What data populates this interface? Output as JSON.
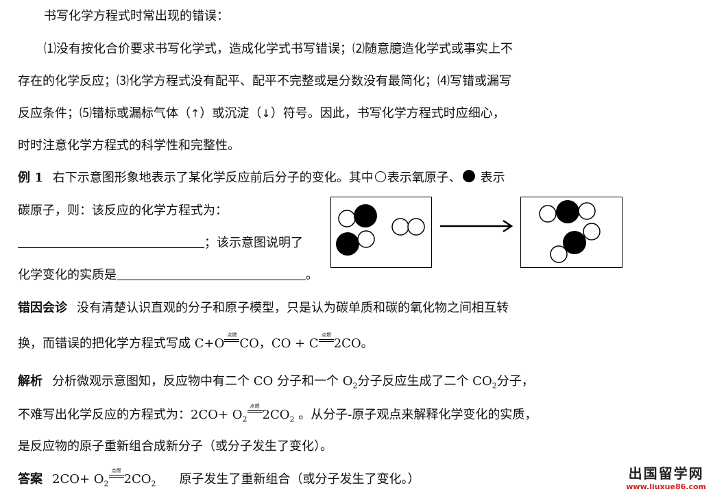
{
  "heading": "书写化学方程式时常出现的错误：",
  "errors": {
    "line1": "⑴没有按化合价要求书写化学式，造成化学式书写错误；⑵随意臆造化学式或事实上不",
    "line2": "存在的化学反应；⑶化学方程式没有配平、配平不完整或是分数没有最简化；⑷写错或漏写",
    "line3a": "反应条件；⑸错标或漏标气体（",
    "up_arrow": "↑",
    "line3b": "）或沉淀（",
    "down_arrow": "↓",
    "line3c": "）符号。因此，书写化学方程式时应细心，",
    "line4": "时时注意化学方程式的科学性和完整性。"
  },
  "example": {
    "label": "例 1",
    "text1": "右下示意图形象地表示了某化学反应前后分子的变化。其中",
    "text2": "表示氧原子、",
    "text3": "表示",
    "text4": "碳原子，则：该反应的化学方程式为：",
    "text5": "；该示意图说明了",
    "text6a": "化学变化的实质是",
    "text6b": "。"
  },
  "mistake": {
    "label": "错因会诊",
    "line1": "没有清楚认识直观的分子和原子模型，只是认为碳单质和碳的氧化物之间相互转",
    "line2a": "换，而错误的把化学方程式写成 C+O",
    "line2b": "CO，CO  + C",
    "line2c": "2CO。"
  },
  "analysis": {
    "label": "解析",
    "line1a": "分析微观示意图知，反应物中有二个 CO 分子和一个 O",
    "sub2": "2",
    "line1b": "分子反应生成了二个 CO",
    "line1c": "分子，",
    "line2a": "不难写出化学反应的方程式为：2CO+ O",
    "line2b": "2CO",
    "line2c": " 。从分子-原子观点来解释化学变化的实质，",
    "line3": "是反应物的原子重新组合成新分子（或分子发生了变化）。"
  },
  "answer": {
    "label": "答案",
    "eq_a": "2CO+  O",
    "eq_b": "2CO",
    "text": "原子发生了重新组合（或分子发生了变化。）"
  },
  "condition_text": "点燃",
  "watermark": {
    "title": "出国留学网",
    "url": "www.liuxue86.com"
  }
}
